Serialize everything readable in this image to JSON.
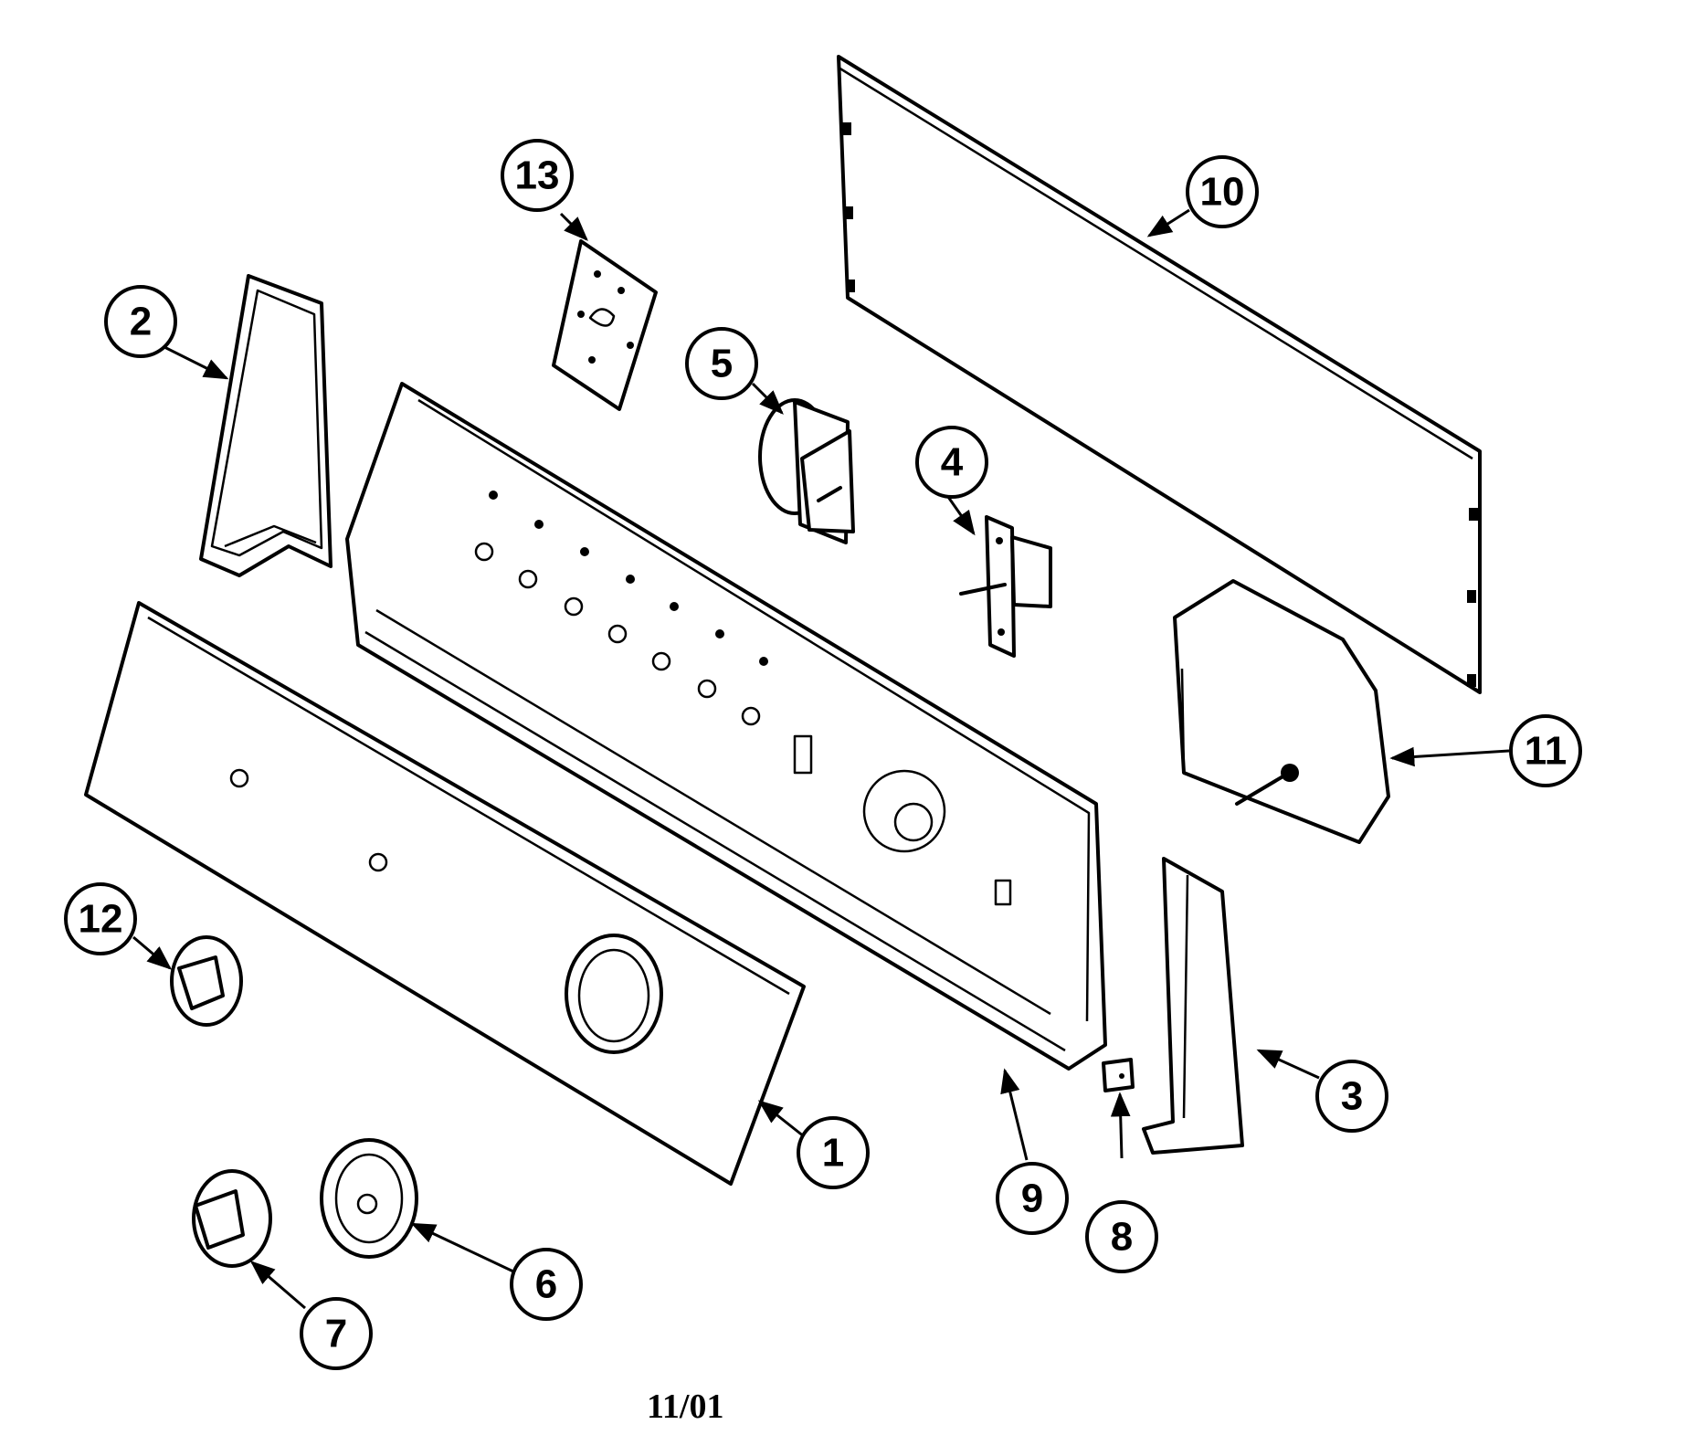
{
  "diagram": {
    "callouts": [
      "1",
      "2",
      "3",
      "4",
      "5",
      "6",
      "7",
      "8",
      "9",
      "10",
      "11",
      "12",
      "13"
    ],
    "revision_date": "11/01"
  }
}
